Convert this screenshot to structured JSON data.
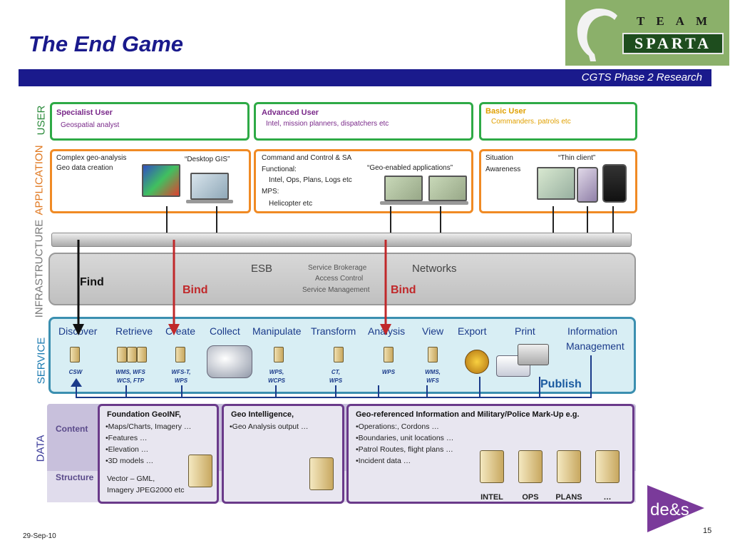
{
  "header": {
    "title": "The End Game",
    "logo_team": "TEAM",
    "logo_sparta": "SPARTA",
    "bar_text": "CGTS Phase 2 Research"
  },
  "layers": {
    "user": "USER",
    "application": "APPLICATION",
    "infrastructure": "INFRASTRUCTURE",
    "service": "SERVICE",
    "data": "DATA"
  },
  "users": [
    {
      "title": "Specialist User",
      "desc": "Geospatial analyst"
    },
    {
      "title": "Advanced User",
      "desc": "Intel, mission planners, dispatchers etc"
    },
    {
      "title": "Basic User",
      "desc": "Commanders. patrols etc"
    }
  ],
  "applications": {
    "desktop": {
      "line1": "Complex geo-analysis",
      "line2": "Geo data creation",
      "label": "“Desktop GIS”"
    },
    "geo": {
      "line1": "Command and Control & SA",
      "line2": "Functional:",
      "line3": "Intel, Ops, Plans, Logs etc",
      "line4": "MPS:",
      "line5": "Helicopter etc",
      "label": "“Geo-enabled applications”"
    },
    "thin": {
      "line1": "Situation",
      "line2": "Awareness",
      "label": "“Thin client”"
    }
  },
  "infrastructure": {
    "esb": "ESB",
    "broker1": "Service Brokerage",
    "broker2": "Access Control",
    "broker3": "Service Management",
    "networks": "Networks"
  },
  "arrows": {
    "find": "Find",
    "bind1": "Bind",
    "bind2": "Bind",
    "publish": "Publish"
  },
  "services": [
    {
      "label": "Discover",
      "sub1": "CSW",
      "sub2": ""
    },
    {
      "label": "Retrieve",
      "sub1": "WMS, WFS",
      "sub2": "WCS, FTP"
    },
    {
      "label": "Create",
      "sub1": "WFS-T,",
      "sub2": "WPS"
    },
    {
      "label": "Collect",
      "sub1": "",
      "sub2": ""
    },
    {
      "label": "Manipulate",
      "sub1": "WPS,",
      "sub2": "WCPS"
    },
    {
      "label": "Transform",
      "sub1": "CT,",
      "sub2": "WPS"
    },
    {
      "label": "Analysis",
      "sub1": "WPS",
      "sub2": ""
    },
    {
      "label": "View",
      "sub1": "WMS,",
      "sub2": "WFS"
    },
    {
      "label": "Export",
      "sub1": "",
      "sub2": ""
    },
    {
      "label": "Print",
      "sub1": "",
      "sub2": ""
    },
    {
      "label": "Information",
      "sub1": "",
      "sub2": ""
    }
  ],
  "services_extra": {
    "management": "Management"
  },
  "data": {
    "content_label": "Content",
    "structure_label": "Structure",
    "foundation": {
      "title": "Foundation GeoINF,",
      "items": [
        "•Maps/Charts, Imagery …",
        "•Features …",
        "•Elevation …",
        "•3D models …"
      ],
      "struct1": "Vector – GML,",
      "struct2": "Imagery JPEG2000 etc"
    },
    "intel": {
      "title": "Geo Intelligence,",
      "items": [
        "•Geo Analysis output …"
      ]
    },
    "georef": {
      "title": "Geo-referenced Information and Military/Police Mark-Up e.g.",
      "items": [
        "•Operations:, Cordons …",
        "•Boundaries, unit locations …",
        "•Patrol Routes, flight plans …",
        "•Incident data …"
      ],
      "servers": [
        "INTEL",
        "OPS",
        "PLANS",
        "…"
      ]
    }
  },
  "footer": {
    "date": "29-Sep-10",
    "page": "15",
    "logo": "de&s"
  },
  "colors": {
    "title_blue": "#1a1a8c",
    "user_green": "#2eaa46",
    "app_orange": "#f08a24",
    "service_blue": "#3b8fb0",
    "data_purple": "#6a3a8a",
    "bind_red": "#c0282a"
  }
}
